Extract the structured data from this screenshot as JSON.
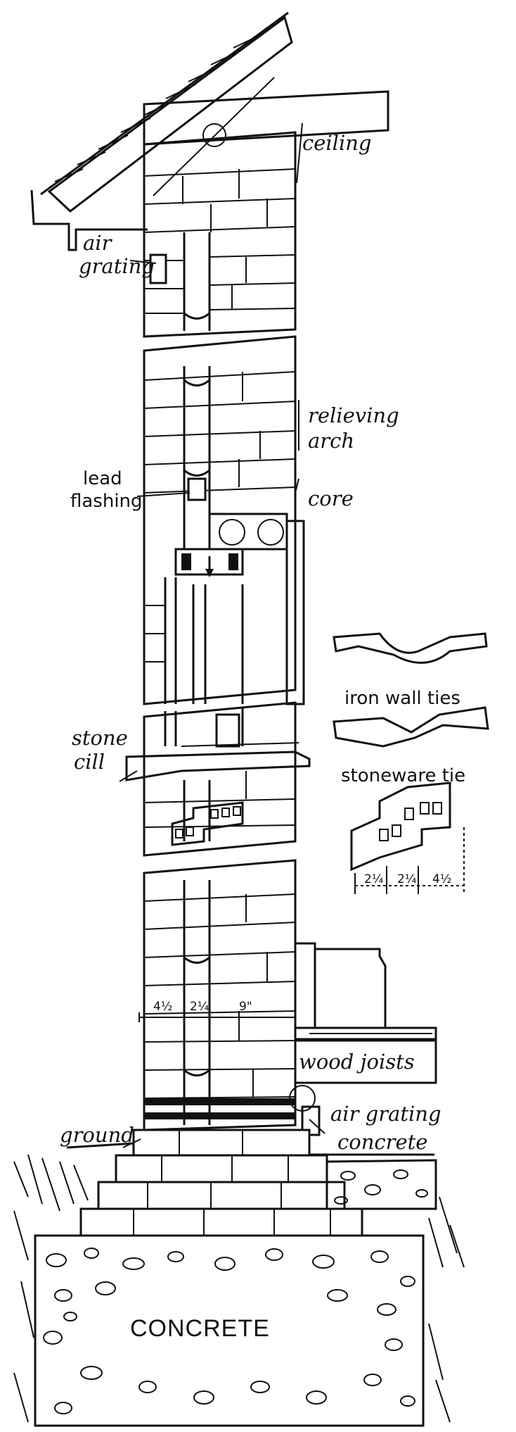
{
  "labels": {
    "ceiling": "ceiling",
    "air_grating_top_1": "air",
    "air_grating_top_2": "grating",
    "relieving_1": "relieving",
    "relieving_2": "arch",
    "lead_1": "lead",
    "lead_2": "flashing",
    "core": "core",
    "iron_wall_ties": "iron wall ties",
    "stone_1": "stone",
    "stone_2": "cill",
    "stoneware_tie": "stoneware tie",
    "dim_a": "4½",
    "dim_b": "2¼",
    "dim_c": "9\"",
    "tie_dim_a": "2¼",
    "tie_dim_b": "2¼",
    "tie_dim_c": "4½",
    "wood_joists": "wood joists",
    "air_grating_bottom": "air grating",
    "ground": "ground",
    "concrete_right": "concrete",
    "concrete_footing": "CONCRETE"
  }
}
